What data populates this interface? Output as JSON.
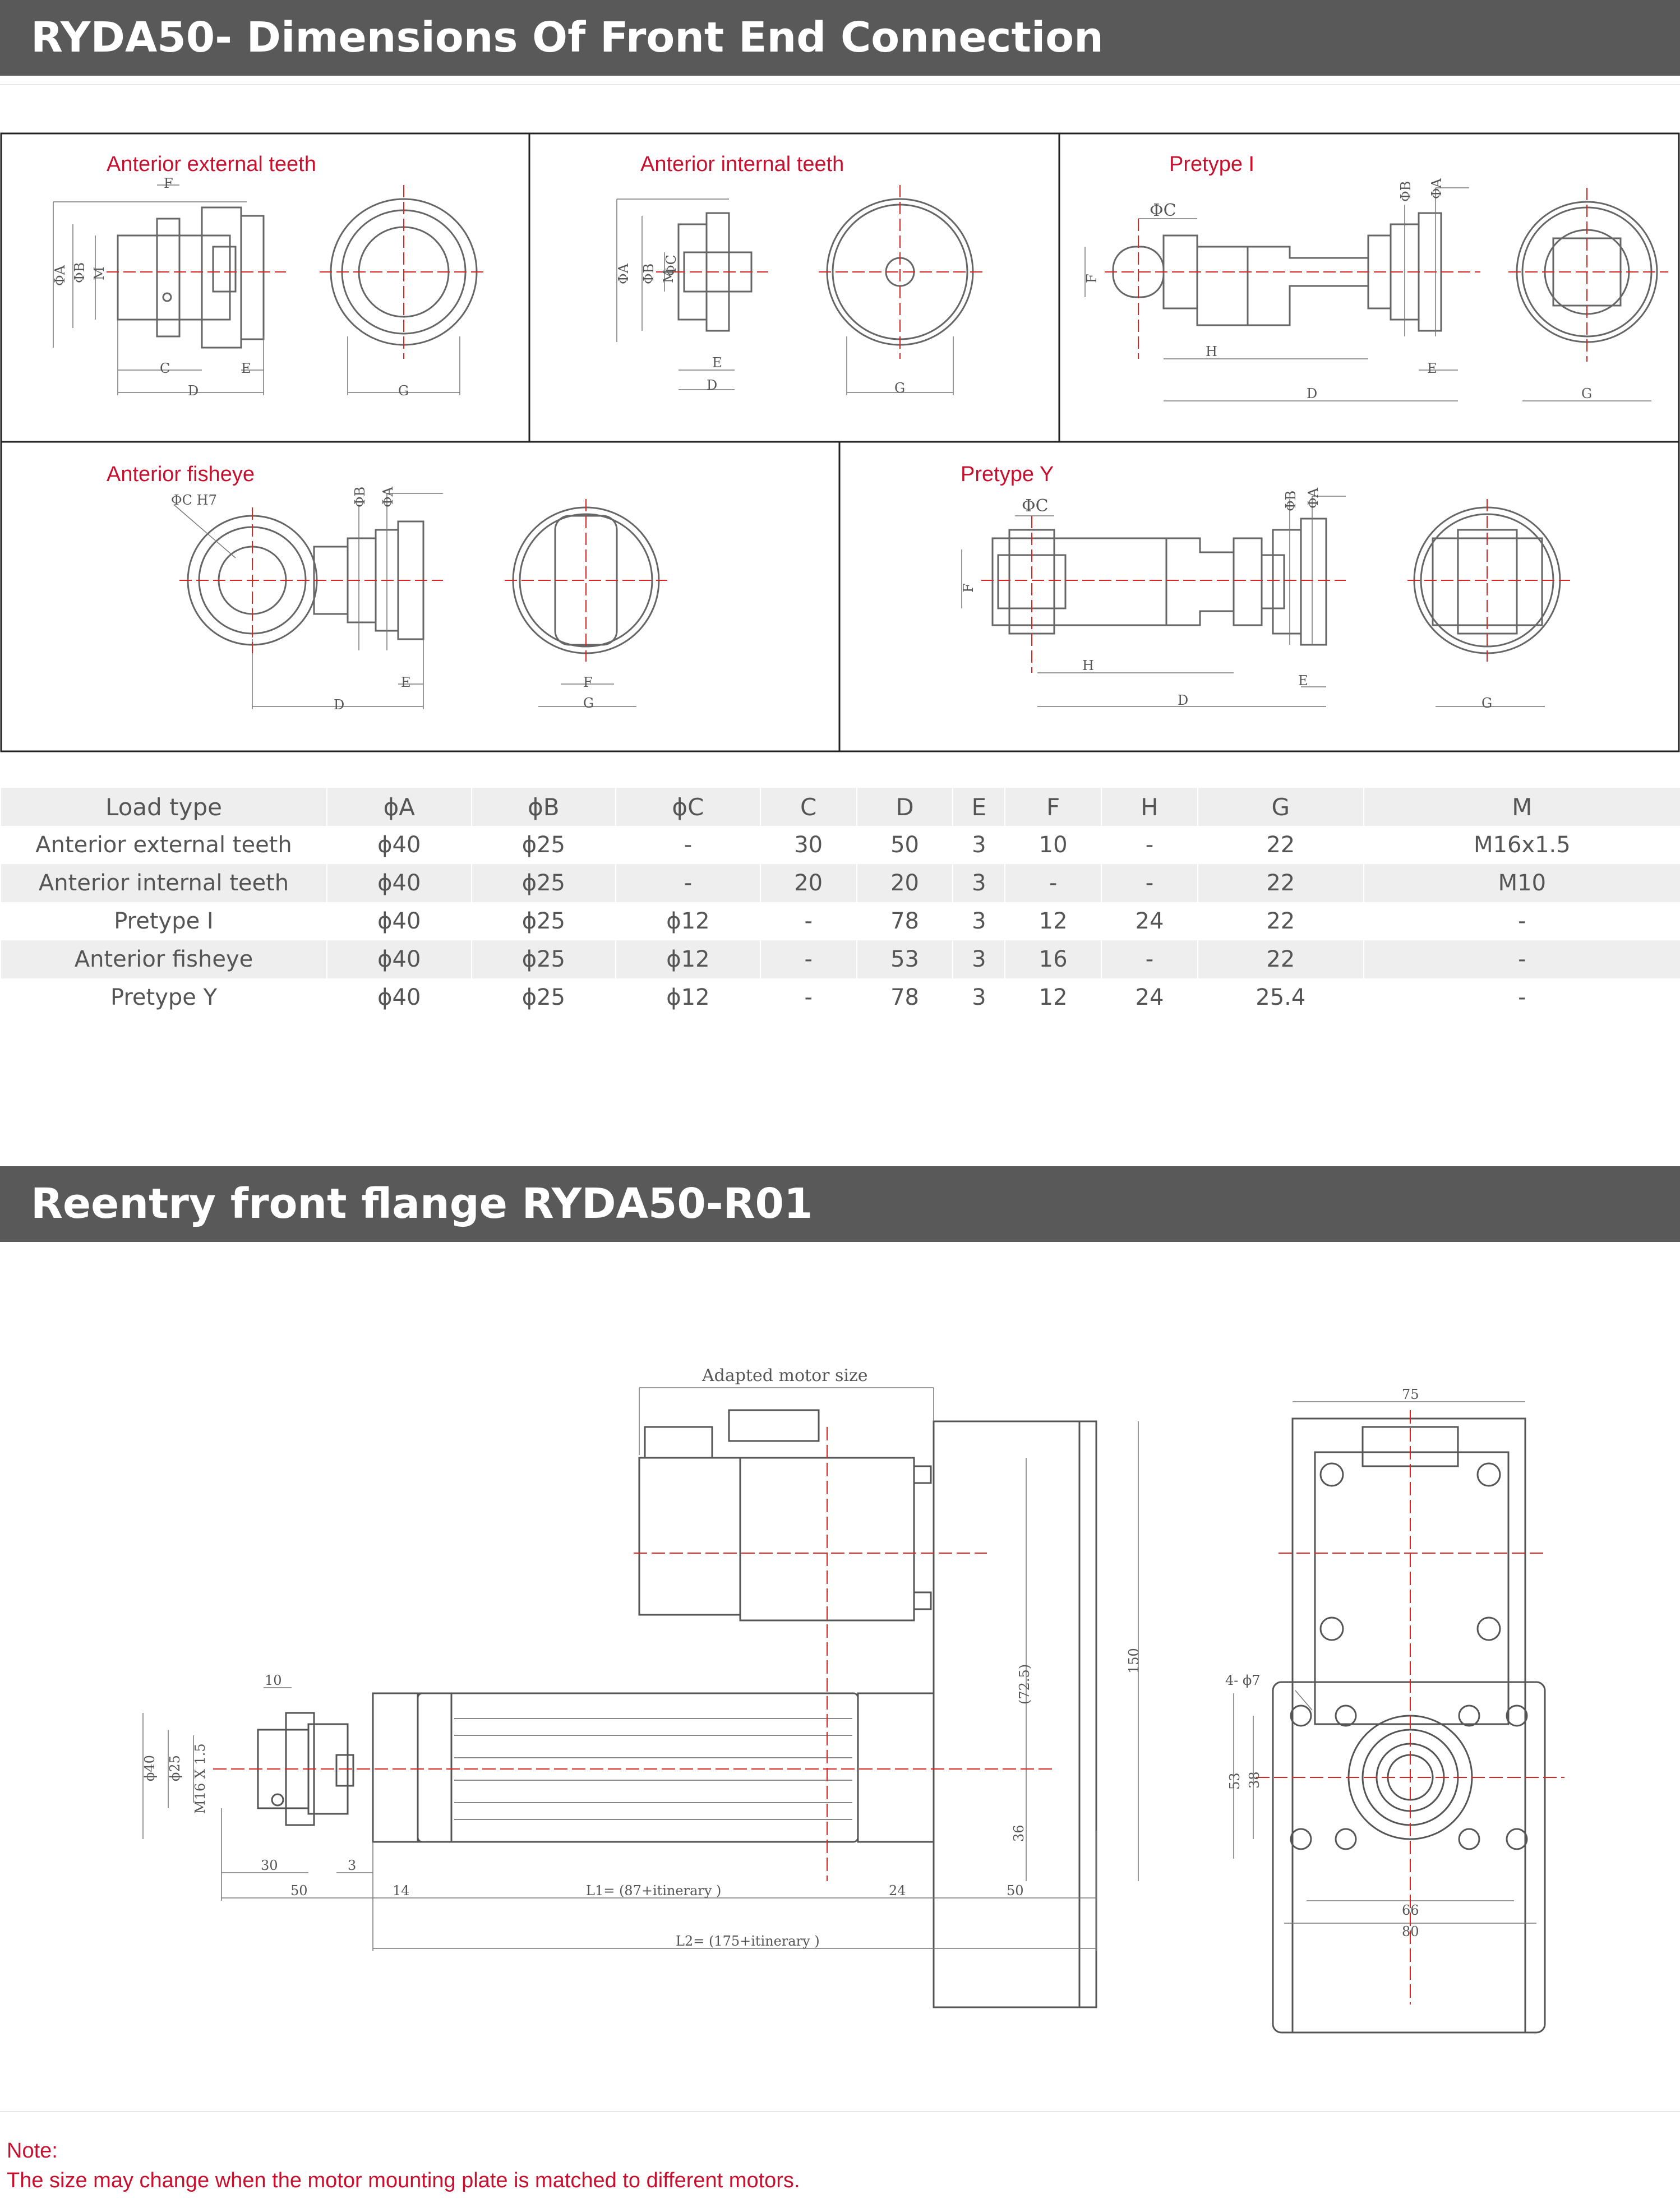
{
  "section1": {
    "title": "RYDA50-  Dimensions Of Front End Connection"
  },
  "section2": {
    "title": "Reentry front flange RYDA50-R01"
  },
  "panels": {
    "p1": {
      "label": "Anterior external teeth",
      "dims": {
        "a": "ΦA",
        "b": "ΦB",
        "m": "M",
        "f": "F",
        "c": "C",
        "d": "D",
        "e": "E",
        "g": "G"
      }
    },
    "p2": {
      "label": "Anterior internal teeth",
      "dims": {
        "a": "ΦA",
        "b": "ΦB",
        "m": "M",
        "c": "ΦC",
        "e": "E",
        "d": "D",
        "g": "G"
      }
    },
    "p3": {
      "label": "Pretype I",
      "dims": {
        "c": "ΦC",
        "f": "F",
        "b": "ΦB",
        "a": "ΦA",
        "h": "H",
        "d": "D",
        "e": "E",
        "g": "G"
      }
    },
    "p4": {
      "label": "Anterior fisheye",
      "dims": {
        "ch7": "ΦC H7",
        "b": "ΦB",
        "a": "ΦA",
        "d": "D",
        "e": "E",
        "f": "F",
        "g": "G"
      }
    },
    "p5": {
      "label": "Pretype Y",
      "dims": {
        "c": "ΦC",
        "f": "F",
        "b": "ΦB",
        "a": "ΦA",
        "h": "H",
        "d": "D",
        "e": "E",
        "g": "G"
      }
    }
  },
  "table": {
    "headers": [
      "Load type",
      "ϕA",
      "ϕB",
      "ϕC",
      "C",
      "D",
      "E",
      "F",
      "H",
      "G",
      "M"
    ],
    "rows": [
      [
        "Anterior external teeth",
        "ϕ40",
        "ϕ25",
        "-",
        "30",
        "50",
        "3",
        "10",
        "-",
        "22",
        "M16x1.5"
      ],
      [
        "Anterior internal teeth",
        "ϕ40",
        "ϕ25",
        "-",
        "20",
        "20",
        "3",
        "-",
        "-",
        "22",
        "M10"
      ],
      [
        "Pretype I",
        "ϕ40",
        "ϕ25",
        "ϕ12",
        "-",
        "78",
        "3",
        "12",
        "24",
        "22",
        "-"
      ],
      [
        "Anterior fisheye",
        "ϕ40",
        "ϕ25",
        "ϕ12",
        "-",
        "53",
        "3",
        "16",
        "-",
        "22",
        "-"
      ],
      [
        "Pretype Y",
        "ϕ40",
        "ϕ25",
        "ϕ12",
        "-",
        "78",
        "3",
        "12",
        "24",
        "25.4",
        "-"
      ]
    ]
  },
  "drawing": {
    "motor_label": "Adapted motor size",
    "d10": "10",
    "d40": "ϕ40",
    "d25": "ϕ25",
    "m16": "M16 X 1.5",
    "d30": "30",
    "d3": "3",
    "d50a": "50",
    "d14": "14",
    "l1": "L1= (87+itinerary )",
    "d24": "24",
    "d50b": "50",
    "l2": "L2= (175+itinerary )",
    "d72": "(72.5)",
    "d36": "36",
    "d150": "150",
    "d75": "75",
    "holes": "4- ϕ7",
    "d53": "53",
    "d38": "38",
    "d66": "66",
    "d80": "80"
  },
  "note": {
    "title": "Note:",
    "text": "The size may change when the motor mounting plate is matched to different motors."
  }
}
